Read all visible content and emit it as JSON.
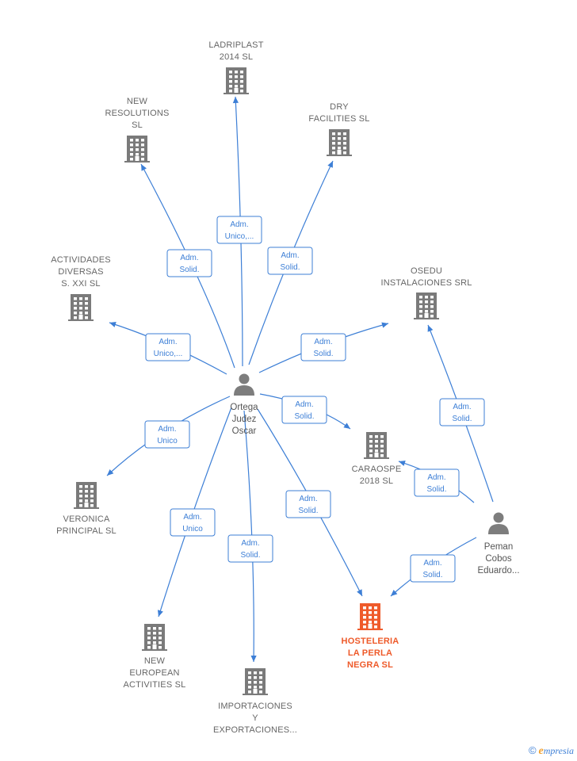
{
  "nodes": [
    {
      "id": "ladriplast",
      "kind": "company",
      "lines": [
        "LADRIPLAST",
        "2014  SL"
      ]
    },
    {
      "id": "new_resolutions",
      "kind": "company",
      "lines": [
        "NEW",
        "RESOLUTIONS",
        "SL"
      ]
    },
    {
      "id": "dry_facilities",
      "kind": "company",
      "lines": [
        "DRY",
        "FACILITIES  SL"
      ]
    },
    {
      "id": "actividades",
      "kind": "company",
      "lines": [
        "ACTIVIDADES",
        "DIVERSAS",
        "S.  XXI  SL"
      ]
    },
    {
      "id": "osedu",
      "kind": "company",
      "lines": [
        "OSEDU",
        "INSTALACIONES SRL"
      ]
    },
    {
      "id": "caraospe",
      "kind": "company",
      "lines": [
        "CARAOSPE",
        "2018  SL"
      ]
    },
    {
      "id": "veronica",
      "kind": "company",
      "lines": [
        "VERONICA",
        "PRINCIPAL  SL"
      ]
    },
    {
      "id": "new_european",
      "kind": "company",
      "lines": [
        "NEW",
        "EUROPEAN",
        "ACTIVITIES  SL"
      ]
    },
    {
      "id": "importaciones",
      "kind": "company",
      "lines": [
        "IMPORTACIONES",
        "Y",
        "EXPORTACIONES..."
      ]
    },
    {
      "id": "hosteleria",
      "kind": "company",
      "highlight": true,
      "lines": [
        "HOSTELERIA",
        "LA PERLA",
        "NEGRA  SL"
      ]
    },
    {
      "id": "ortega",
      "kind": "person",
      "lines": [
        "Ortega",
        "Judez",
        "Oscar"
      ]
    },
    {
      "id": "peman",
      "kind": "person",
      "lines": [
        "Peman",
        "Cobos",
        "Eduardo..."
      ]
    }
  ],
  "edges": [
    {
      "id": "e_ladriplast",
      "from": "ortega",
      "to": "ladriplast",
      "label": [
        "Adm.",
        "Unico,..."
      ]
    },
    {
      "id": "e_new_resolutions",
      "from": "ortega",
      "to": "new_resolutions",
      "label": [
        "Adm.",
        "Solid."
      ]
    },
    {
      "id": "e_dry",
      "from": "ortega",
      "to": "dry_facilities",
      "label": [
        "Adm.",
        "Solid."
      ]
    },
    {
      "id": "e_actividades",
      "from": "ortega",
      "to": "actividades",
      "label": [
        "Adm.",
        "Unico,..."
      ]
    },
    {
      "id": "e_osedu_o",
      "from": "ortega",
      "to": "osedu",
      "label": [
        "Adm.",
        "Solid."
      ]
    },
    {
      "id": "e_caraospe_o",
      "from": "ortega",
      "to": "caraospe",
      "label": [
        "Adm.",
        "Solid."
      ]
    },
    {
      "id": "e_veronica",
      "from": "ortega",
      "to": "veronica",
      "label": [
        "Adm.",
        "Unico"
      ]
    },
    {
      "id": "e_new_european",
      "from": "ortega",
      "to": "new_european",
      "label": [
        "Adm.",
        "Unico"
      ]
    },
    {
      "id": "e_importaciones",
      "from": "ortega",
      "to": "importaciones",
      "label": [
        "Adm.",
        "Solid."
      ]
    },
    {
      "id": "e_hosteleria_o",
      "from": "ortega",
      "to": "hosteleria",
      "label": [
        "Adm.",
        "Solid."
      ]
    },
    {
      "id": "e_osedu_p",
      "from": "peman",
      "to": "osedu",
      "label": [
        "Adm.",
        "Solid."
      ]
    },
    {
      "id": "e_caraospe_p",
      "from": "peman",
      "to": "caraospe",
      "label": [
        "Adm.",
        "Solid."
      ]
    },
    {
      "id": "e_hosteleria_p",
      "from": "peman",
      "to": "hosteleria",
      "label": [
        "Adm.",
        "Solid."
      ]
    }
  ],
  "footer": {
    "copyright": "©",
    "brand_initial": "e",
    "brand_rest": "mpresia"
  }
}
